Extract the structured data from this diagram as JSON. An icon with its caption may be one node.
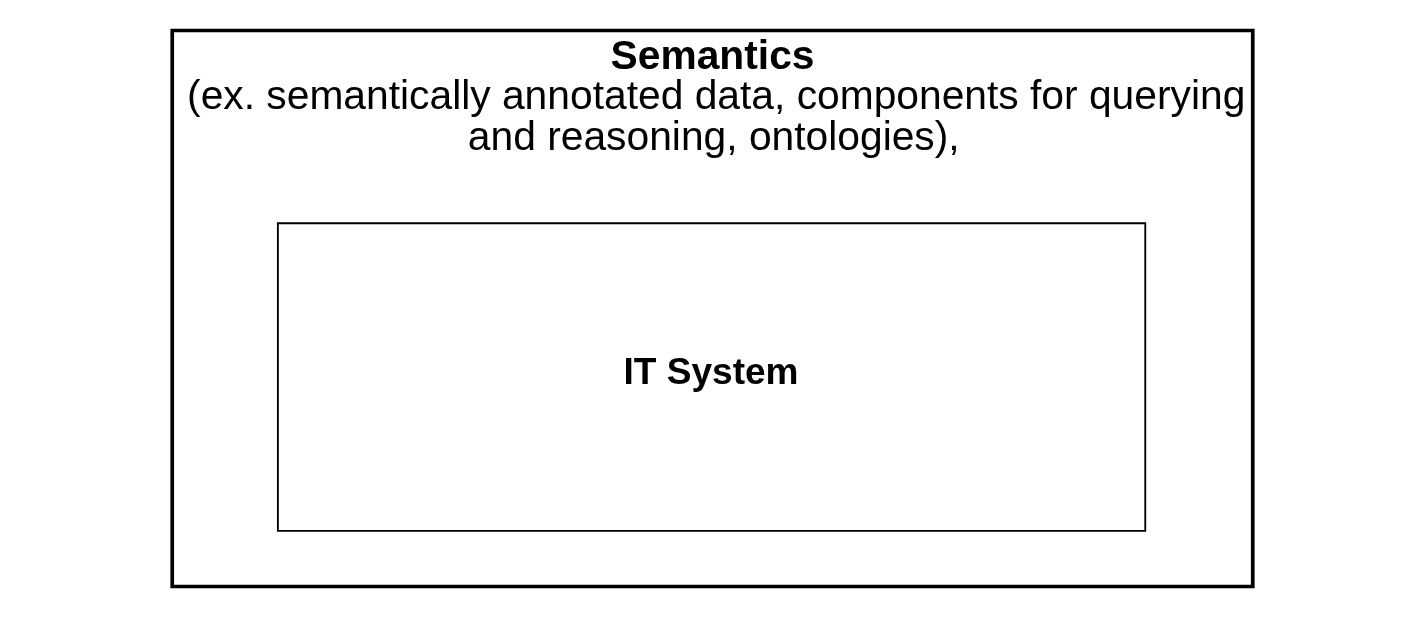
{
  "diagram": {
    "nodes": [
      {
        "text": [
          "Semantics",
          "(ex. semantically annotated data, components for querying and reasoning, ontologies),"
        ]
      },
      {
        "text": [
          "IT System"
        ],
        "in": 0
      }
    ],
    "edges": []
  }
}
